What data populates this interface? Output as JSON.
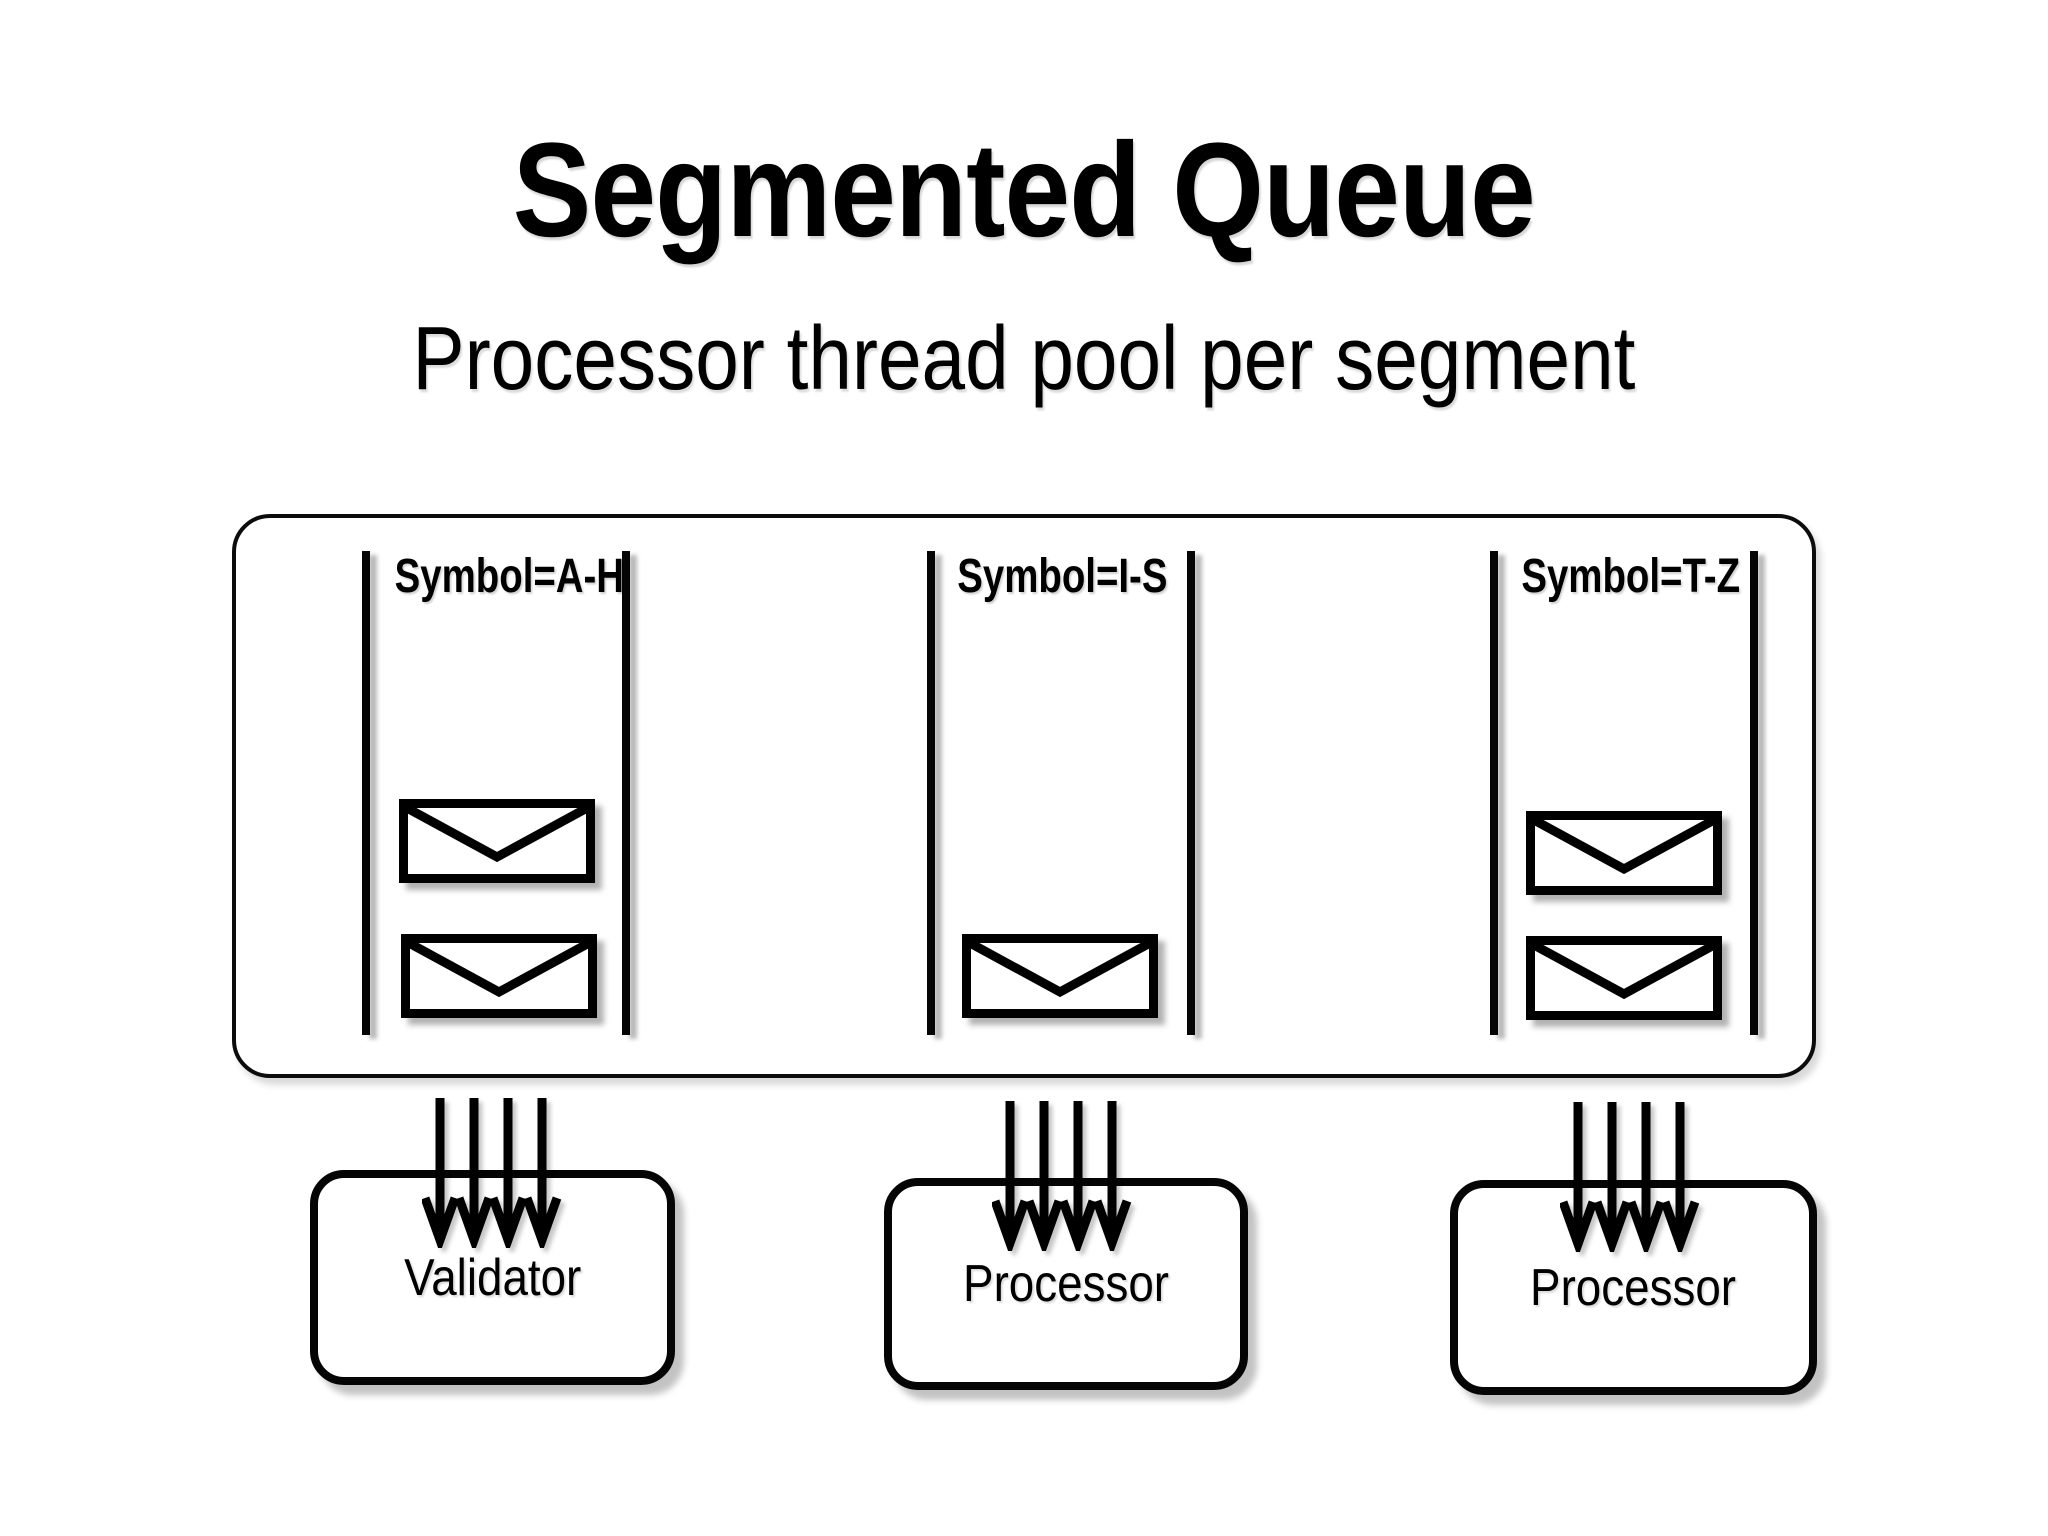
{
  "slide": {
    "title": "Segmented Queue",
    "subtitle": "Processor thread pool per segment"
  },
  "queue": {
    "segments": [
      {
        "label": "Symbol=A-H",
        "message_count": 2
      },
      {
        "label": "Symbol=I-S",
        "message_count": 1
      },
      {
        "label": "Symbol=T-Z",
        "message_count": 2
      }
    ]
  },
  "workers": [
    {
      "label": "Validator",
      "arrow_count": 4
    },
    {
      "label": "Processor",
      "arrow_count": 4
    },
    {
      "label": "Processor",
      "arrow_count": 4
    }
  ],
  "colors": {
    "ink": "#000000",
    "paper": "#ffffff"
  }
}
